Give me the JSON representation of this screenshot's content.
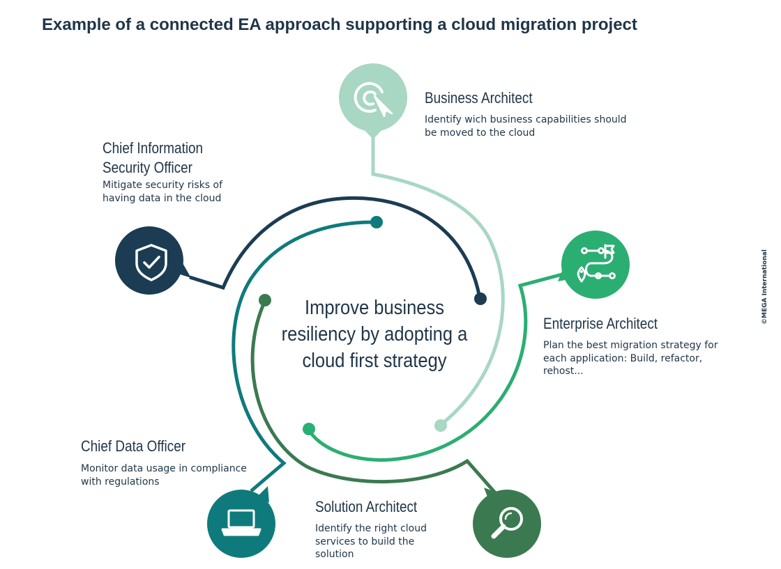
{
  "title": "Example of a connected EA approach supporting a cloud migration project",
  "center_text": "Improve business resiliency by adopting a cloud first strategy",
  "copyright": "©MEGA International",
  "roles": {
    "business_architect": {
      "name": "Business Architect",
      "description": "Identify wich business capabilities should be moved to the cloud",
      "color": "#a8d7c3",
      "icon": "target-cursor-icon"
    },
    "ciso": {
      "name_line1": "Chief Information",
      "name_line2": "Security Officer",
      "description": "Mitigate security risks of having data in the cloud",
      "color": "#1b3c53",
      "icon": "shield-check-icon"
    },
    "enterprise_architect": {
      "name": "Enterprise Architect",
      "description": "Plan the best migration strategy for each application: Build, refactor, rehost...",
      "color": "#2bae72",
      "icon": "route-flag-icon"
    },
    "cdo": {
      "name": "Chief Data Officer",
      "description": "Monitor data usage in compliance with regulations",
      "color": "#0f7a7c",
      "icon": "laptop-icon"
    },
    "solution_architect": {
      "name": "Solution Architect",
      "description": "Identify the right cloud services to build the solution",
      "color": "#3b7a50",
      "icon": "magnifier-icon"
    }
  }
}
